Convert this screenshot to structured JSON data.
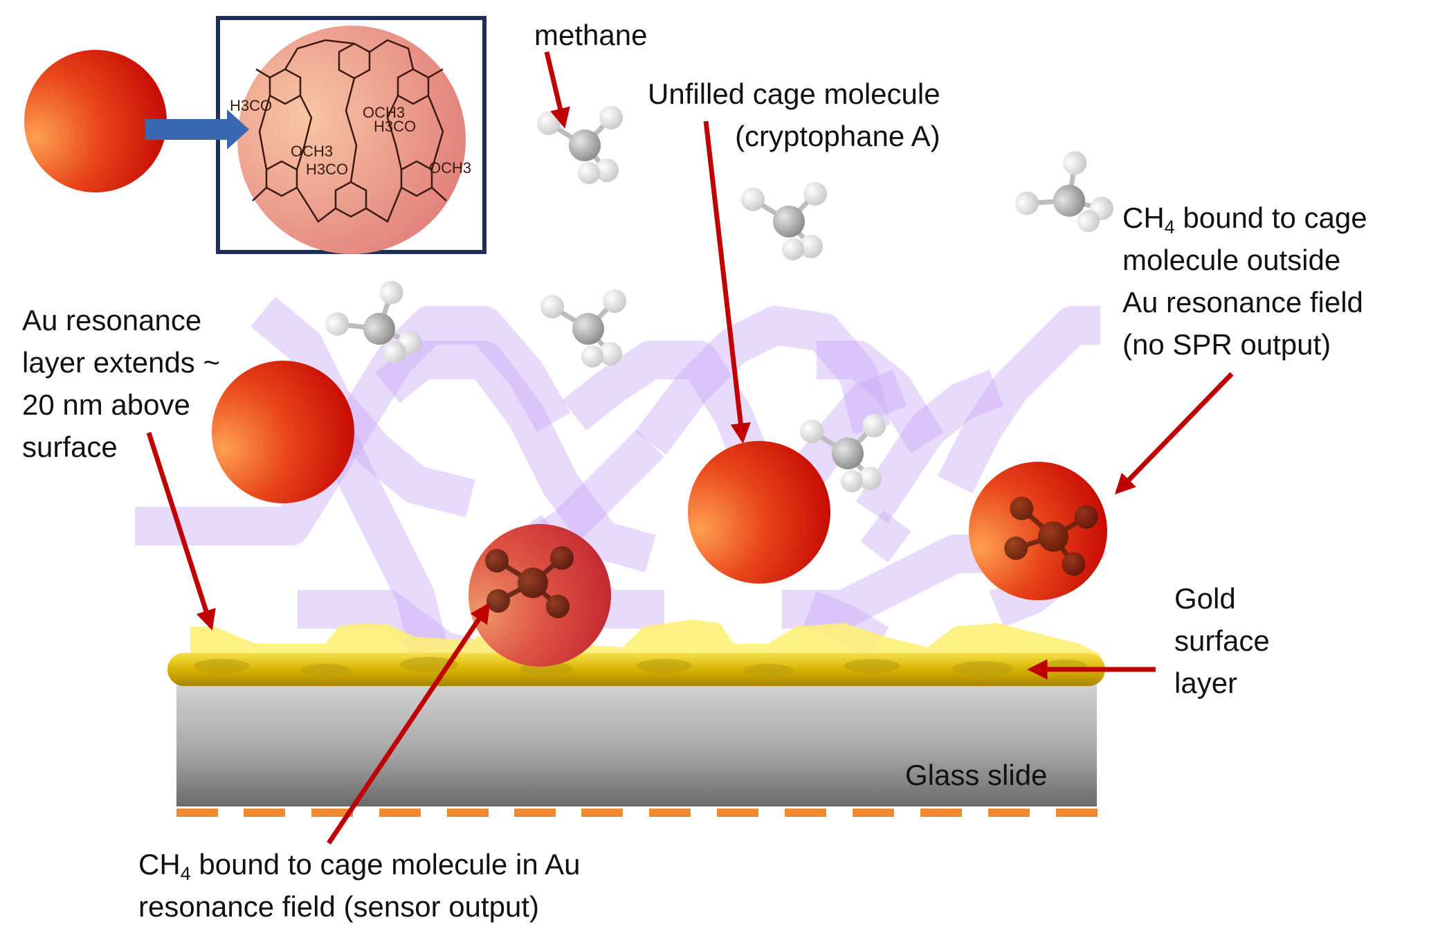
{
  "labels": {
    "methane": "methane",
    "unfilled_line1": "Unfilled cage molecule",
    "unfilled_line2": "(cryptophane A)",
    "outside_ch": "CH",
    "outside_sub": "4",
    "outside_line1_rest": " bound to cage",
    "outside_line2": "molecule outside",
    "outside_line3": "Au resonance field",
    "outside_line4": "(no SPR output)",
    "au_line1": "Au resonance",
    "au_line2": "layer extends ~",
    "au_line3": "20 nm above",
    "au_line4": "surface",
    "gold_line1": "Gold",
    "gold_line2": "surface",
    "gold_line3": "layer",
    "glass": "Glass slide",
    "bound_ch": "CH",
    "bound_sub": "4",
    "bound_line1_rest": " bound to cage molecule in Au",
    "bound_line2": "resonance field (sensor output)"
  },
  "structure_labels": {
    "h3co_left": "H3CO",
    "och3_top": "OCH3",
    "h3co_mid": "H3CO",
    "och3_lower": "OCH3",
    "h3co_lower": "H3CO",
    "och3_right": "OCH3"
  },
  "colors": {
    "arrow": "#c00000",
    "inset_border": "#1f2f5a",
    "blue_arrow": "#3a68b0",
    "gold": "#e8c800",
    "resonance_glow": "#fff060",
    "polymer": "#c9a8f5",
    "glass_top": "#d0d0d0",
    "glass_bottom": "#6e6e6e",
    "electrode": "#f08a30",
    "sphere_light": "#ff9a40",
    "sphere_dark": "#c00000"
  }
}
